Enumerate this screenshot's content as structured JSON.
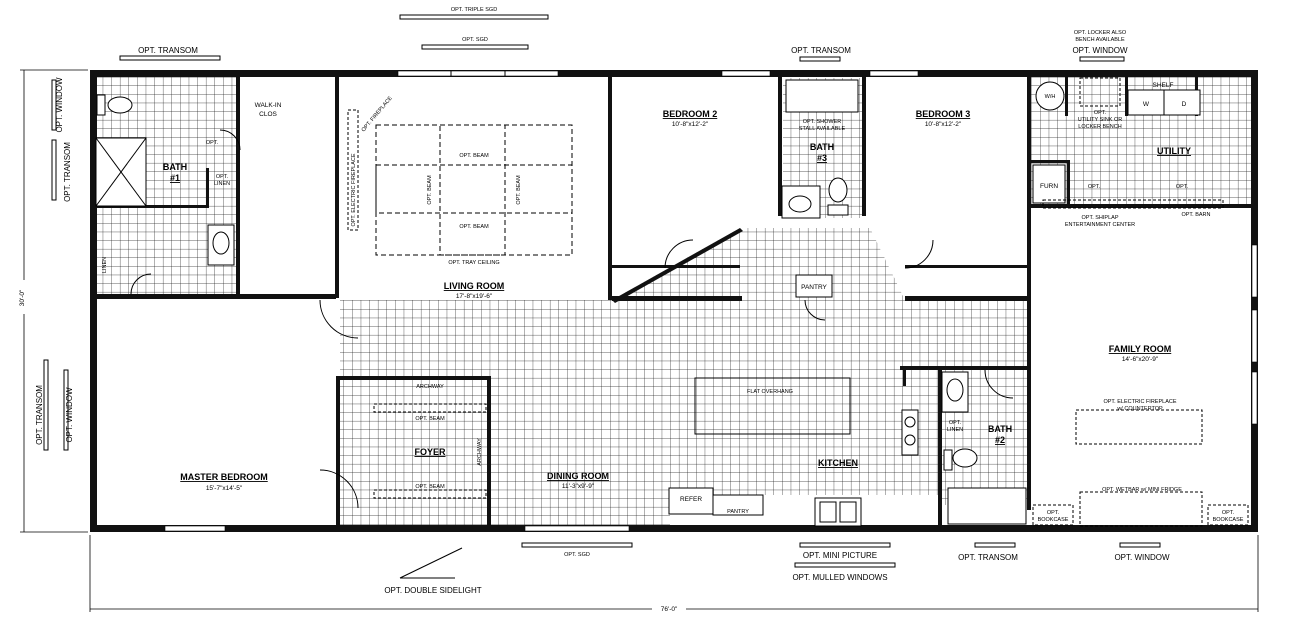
{
  "overall": {
    "width_dim": "76'-0\"",
    "height_dim": "30'-0\""
  },
  "rooms": {
    "master": {
      "name": "MASTER BEDROOM",
      "dims": "15'-7\"x14'-5\""
    },
    "living": {
      "name": "LIVING ROOM",
      "dims": "17'-8\"x19'-6\""
    },
    "bed2": {
      "name": "BEDROOM 2",
      "dims": "10'-8\"x12'-2\""
    },
    "bed3": {
      "name": "BEDROOM 3",
      "dims": "10'-8\"x12'-2\""
    },
    "family": {
      "name": "FAMILY ROOM",
      "dims": "14'-6\"x20'-9\""
    },
    "dining": {
      "name": "DINING ROOM",
      "dims": "11'-3\"x9'-9\""
    },
    "kitchen": {
      "name": "KITCHEN"
    },
    "foyer": {
      "name": "FOYER"
    },
    "utility": {
      "name": "UTILITY"
    },
    "bath1": {
      "name": "BATH",
      "num": "#1"
    },
    "bath2": {
      "name": "BATH",
      "num": "#2"
    },
    "bath3": {
      "name": "BATH",
      "num": "#3"
    },
    "walkin": {
      "l1": "WALK-IN",
      "l2": "CLOS"
    },
    "pantry_top": "PANTRY",
    "pantry_bottom": "PANTRY",
    "refer": "REFER",
    "furn": "FURN",
    "wh": "W/H",
    "shelf": "SHELF",
    "w": "W",
    "d": "D",
    "linen": "LINEN"
  },
  "options": {
    "triple_sgd": "OPT. TRIPLE SGD",
    "sgd_top": "OPT. SGD",
    "transom_top_left": "OPT. TRANSOM",
    "transom_top_mid": "OPT. TRANSOM",
    "locker": {
      "l1": "OPT. LOCKER ALSO",
      "l2": "BENCH AVAILABLE"
    },
    "window_top_right": "OPT. WINDOW",
    "window_left_top": "OPT. WINDOW",
    "transom_left_top": "OPT. TRANSOM",
    "transom_left_bottom": "OPT. TRANSOM",
    "window_left_bottom": "OPT. WINDOW",
    "sgd_bottom": "OPT. SGD",
    "double_sidelight": "OPT. DOUBLE SIDELIGHT",
    "mini_picture": "OPT. MINI PICTURE",
    "mulled_windows": "OPT. MULLED WINDOWS",
    "transom_bottom": "OPT. TRANSOM",
    "window_bottom": "OPT. WINDOW",
    "opt_linen_bath1": {
      "l1": "OPT.",
      "l2": "LINEN"
    },
    "opt_bath1": "OPT.",
    "electric_fireplace_living": "OPT. ELECTRIC FIREPLACE",
    "opt_fireplace": "OPT. FIREPLACE",
    "beam": "OPT. BEAM",
    "beam_v": {
      "l1": "OPT.",
      "l2": "BEAM"
    },
    "tray_ceiling": "OPT. TRAY CEILING",
    "shower_stall": {
      "l1": "OPT. SHOWER",
      "l2": "STALL AVAILABLE"
    },
    "utility_sink": {
      "l1": "OPT.",
      "l2": "UTILITY SINK OR",
      "l3": "LOCKER BENCH"
    },
    "opt_util1": "OPT.",
    "opt_util2": "OPT.",
    "barn": "OPT. BARN",
    "shiplap": {
      "l1": "OPT. SHIPLAP",
      "l2": "ENTERTAINMENT CENTER"
    },
    "archway": "ARCHWAY",
    "archway_v": "ARCHWAY",
    "foyer_beam_top": "OPT. BEAM",
    "foyer_beam_bottom": "OPT. BEAM",
    "flat_overhang": "FLAT OVERHANG",
    "opt_linen_bath2": {
      "l1": "OPT.",
      "l2": "LINEN"
    },
    "electric_fireplace_family": {
      "l1": "OPT. ELECTRIC FIREPLACE",
      "l2": "w/ COUNTERTOP"
    },
    "webar": "OPT. WETBAR w/ MINI FRIDGE",
    "bookcase_left": {
      "l1": "OPT.",
      "l2": "BOOKCASE"
    },
    "bookcase_right": {
      "l1": "OPT.",
      "l2": "BOOKCASE"
    }
  }
}
